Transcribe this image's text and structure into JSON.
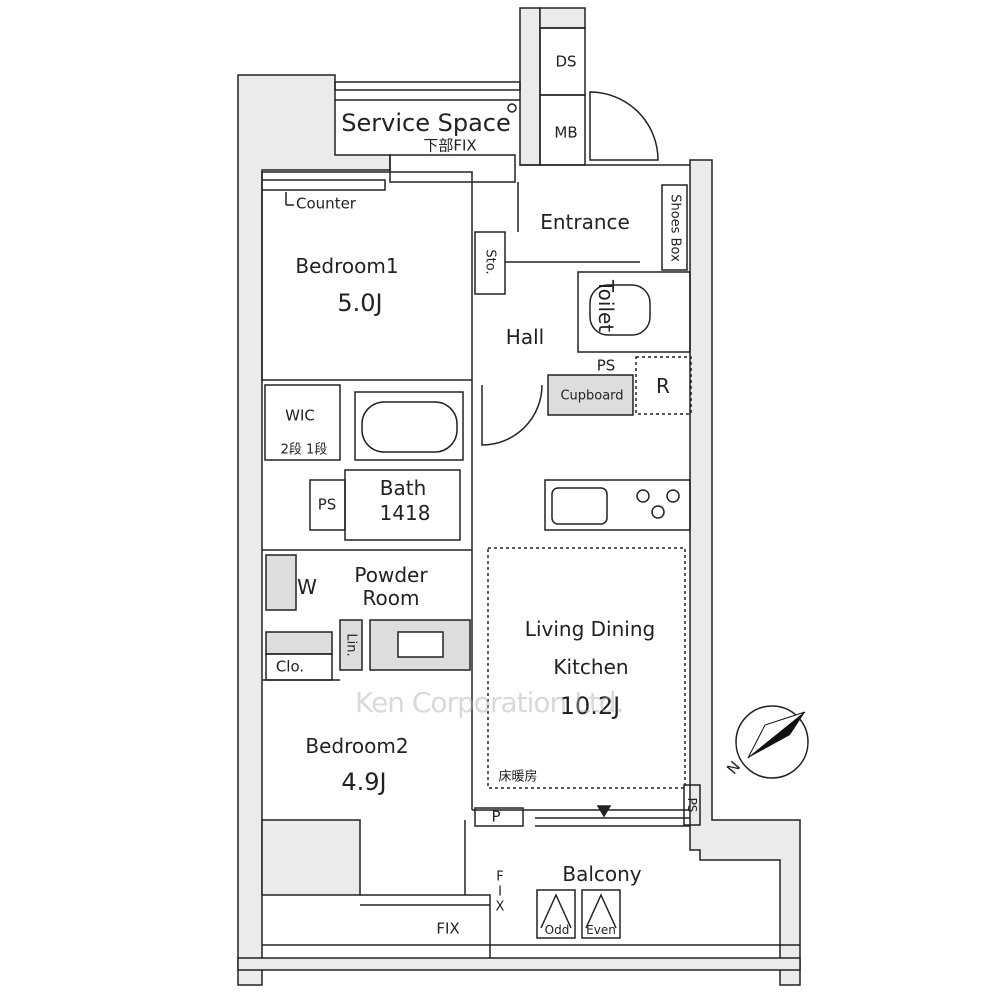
{
  "title": "Floor plan",
  "colors": {
    "wall": "#ebebeb",
    "line": "#222222",
    "shade": "#d0d0d0"
  },
  "rooms": {
    "service_space": "Service Space",
    "service_fix": "下部FIX",
    "ds": "DS",
    "mb": "MB",
    "entrance": "Entrance",
    "shoes_box": "Shoes Box",
    "counter": "Counter",
    "storage": "Sto.",
    "bedroom1": {
      "name": "Bedroom1",
      "size": "5.0J"
    },
    "toilet": "Toilet",
    "hall": "Hall",
    "ps_top": "PS",
    "refrigerator": "R",
    "cupboard": "Cupboard",
    "wic": "WIC",
    "wic_shelves": "2段  1段",
    "bath": {
      "name": "Bath",
      "size": "1418"
    },
    "ps_left": "PS",
    "powder_room": {
      "line1": "Powder",
      "line2": "Room"
    },
    "washer": "W",
    "linen": "Lin.",
    "closet": "Clo.",
    "ldk": {
      "line1": "Living Dining",
      "line2": "Kitchen",
      "size": "10.2J"
    },
    "floor_heating": "床暖房",
    "bedroom2": {
      "name": "Bedroom2",
      "size": "4.9J"
    },
    "pipe": "P",
    "ps_right": "PS",
    "balcony": "Balcony",
    "fix_side": "FIX",
    "fix_bottom": "FIX",
    "odd": "Odd",
    "even": "Even"
  },
  "compass": {
    "label": "N"
  },
  "watermark": "Ken Corporation Ltd."
}
